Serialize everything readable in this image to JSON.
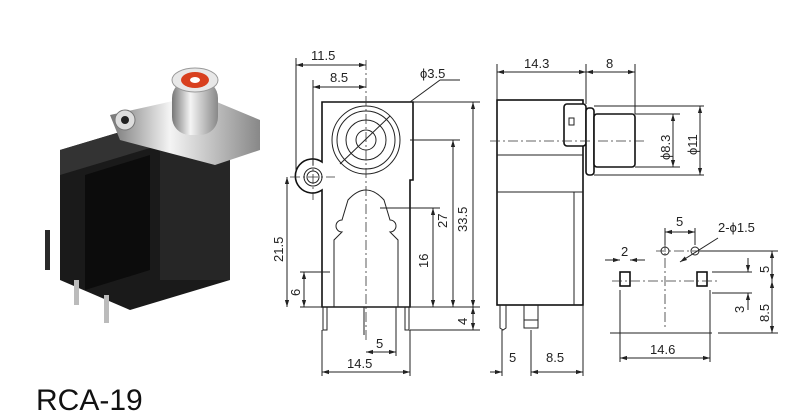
{
  "title": "RCA-19",
  "front_view": {
    "dim_width_to_center": "11.5",
    "dim_lobe_to_center": "8.5",
    "dim_hole_dia": "ϕ3.5",
    "dim_total_height": "33.5",
    "dim_center_height": "27",
    "dim_inner_height": "16",
    "dim_pin_length": "4",
    "dim_lobe_height": "21.5",
    "dim_6": "6",
    "dim_pin_pitch": "5",
    "dim_body_width": "14.5"
  },
  "side_view": {
    "dim_body_depth": "14.3",
    "dim_plug_length": "8",
    "dim_plug_dia": "ϕ8.3",
    "dim_flange_dia": "ϕ11",
    "dim_pin_offset": "5",
    "dim_pin_to_back": "8.5"
  },
  "footprint": {
    "dim_hole_pitch": "5",
    "dim_hole_dia": "2-ϕ1.5",
    "dim_pad_width": "2",
    "dim_pad_spacing": "14.6",
    "dim_vert_5": "5",
    "dim_pad_height": "3",
    "dim_vert_8_5": "8.5"
  },
  "colors": {
    "jack_insulator": "#d8401f",
    "body": "#1b1b1b",
    "chrome": "#c9c9c9"
  }
}
